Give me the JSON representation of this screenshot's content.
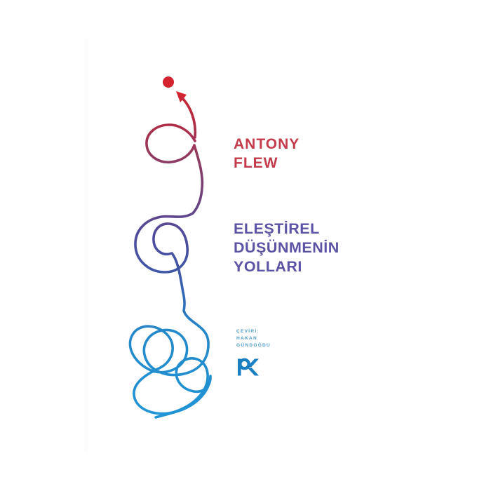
{
  "page": {
    "type": "book-cover",
    "background": "#ffffff"
  },
  "author": {
    "line1": "ANTONY",
    "line2": "FLEW",
    "color": "#c43b4c"
  },
  "title": {
    "line1": "ELEŞTİREL",
    "line2": "DÜŞÜNMENİN",
    "line3": "YOLLARI",
    "color": "#5b53a4"
  },
  "translator": {
    "line1": "ÇEVİRİ:",
    "line2": "HAKAN",
    "line3": "GÜNDOĞDU",
    "color": "#4f9dc8"
  },
  "publisher": {
    "name": "PK",
    "logo": "pk-monogram-icon",
    "color": "#1a80c2"
  },
  "artwork": {
    "name": "tangled-thread-untangling-into-arrow-to-dot",
    "dot_color": "#d2232e",
    "arrow_color": "#d2232e",
    "thread_gradient": [
      "#d2232e",
      "#b62a42",
      "#943a5e",
      "#754175",
      "#514a9b",
      "#3f58a8",
      "#2f6fb9",
      "#2489ca",
      "#1f95d6"
    ]
  }
}
